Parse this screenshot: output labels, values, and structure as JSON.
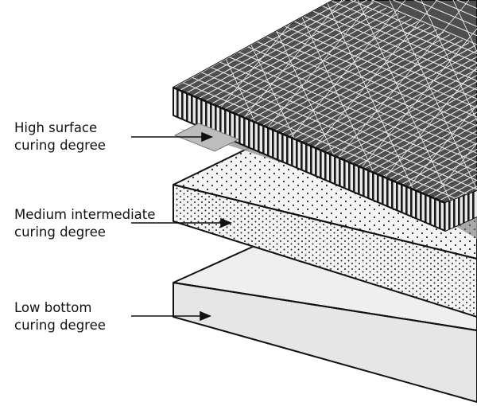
{
  "labels": {
    "high": {
      "line1": "High surface",
      "line2": "curing degree"
    },
    "medium": {
      "line1": "Medium intermediate",
      "line2": "curing degree"
    },
    "low": {
      "line1": "Low bottom",
      "line2": "curing degree"
    }
  },
  "colors": {
    "outline": "#111111",
    "top_face": "#5a5a5a",
    "shadow": "#9a9a9a",
    "dot_face": "#f2f2f2",
    "dots": "#222222",
    "bottom_face": "#efefef"
  }
}
